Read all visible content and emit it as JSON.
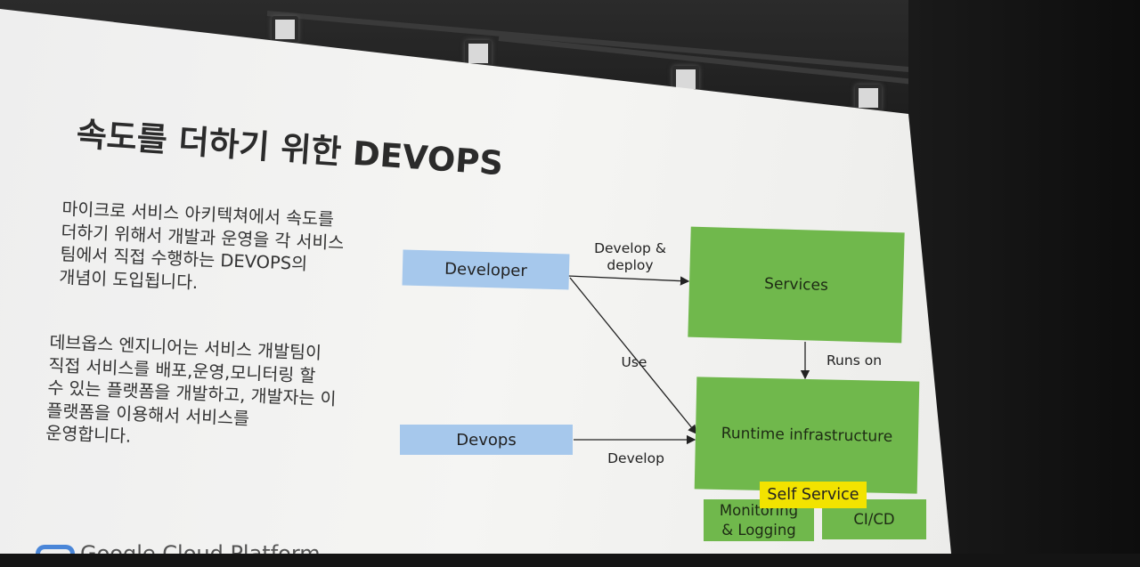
{
  "slide": {
    "title": "속도를 더하기 위한 DEVOPS",
    "paragraph_1": "마이크로 서비스 아키텍쳐에서 속도를\n더하기 위해서 개발과 운영을 각 서비스\n팀에서 직접 수행하는 DEVOPS의\n개념이 도입됩니다.",
    "paragraph_2": "데브옵스 엔지니어는 서비스 개발팀이\n직접 서비스를 배포,운영,모니터링 할\n수 있는 플랫폼을 개발하고, 개발자는 이\n플랫폼을 이용해서 서비스를\n운영합니다.",
    "footer_brand": "Google Cloud Platform"
  },
  "diagram": {
    "developer": "Developer",
    "devops": "Devops",
    "services": "Services",
    "runtime": "Runtime infrastructure",
    "self_service": "Self Service",
    "monitoring": "Monitoring\n& Logging",
    "cicd": "CI/CD",
    "label_develop_deploy": "Develop &\ndeploy",
    "label_use": "Use",
    "label_runs_on": "Runs on",
    "label_develop": "Develop"
  },
  "colors": {
    "blue_box": "#a6c8ec",
    "green_box": "#70b84c",
    "self_service": "#f2e300"
  }
}
